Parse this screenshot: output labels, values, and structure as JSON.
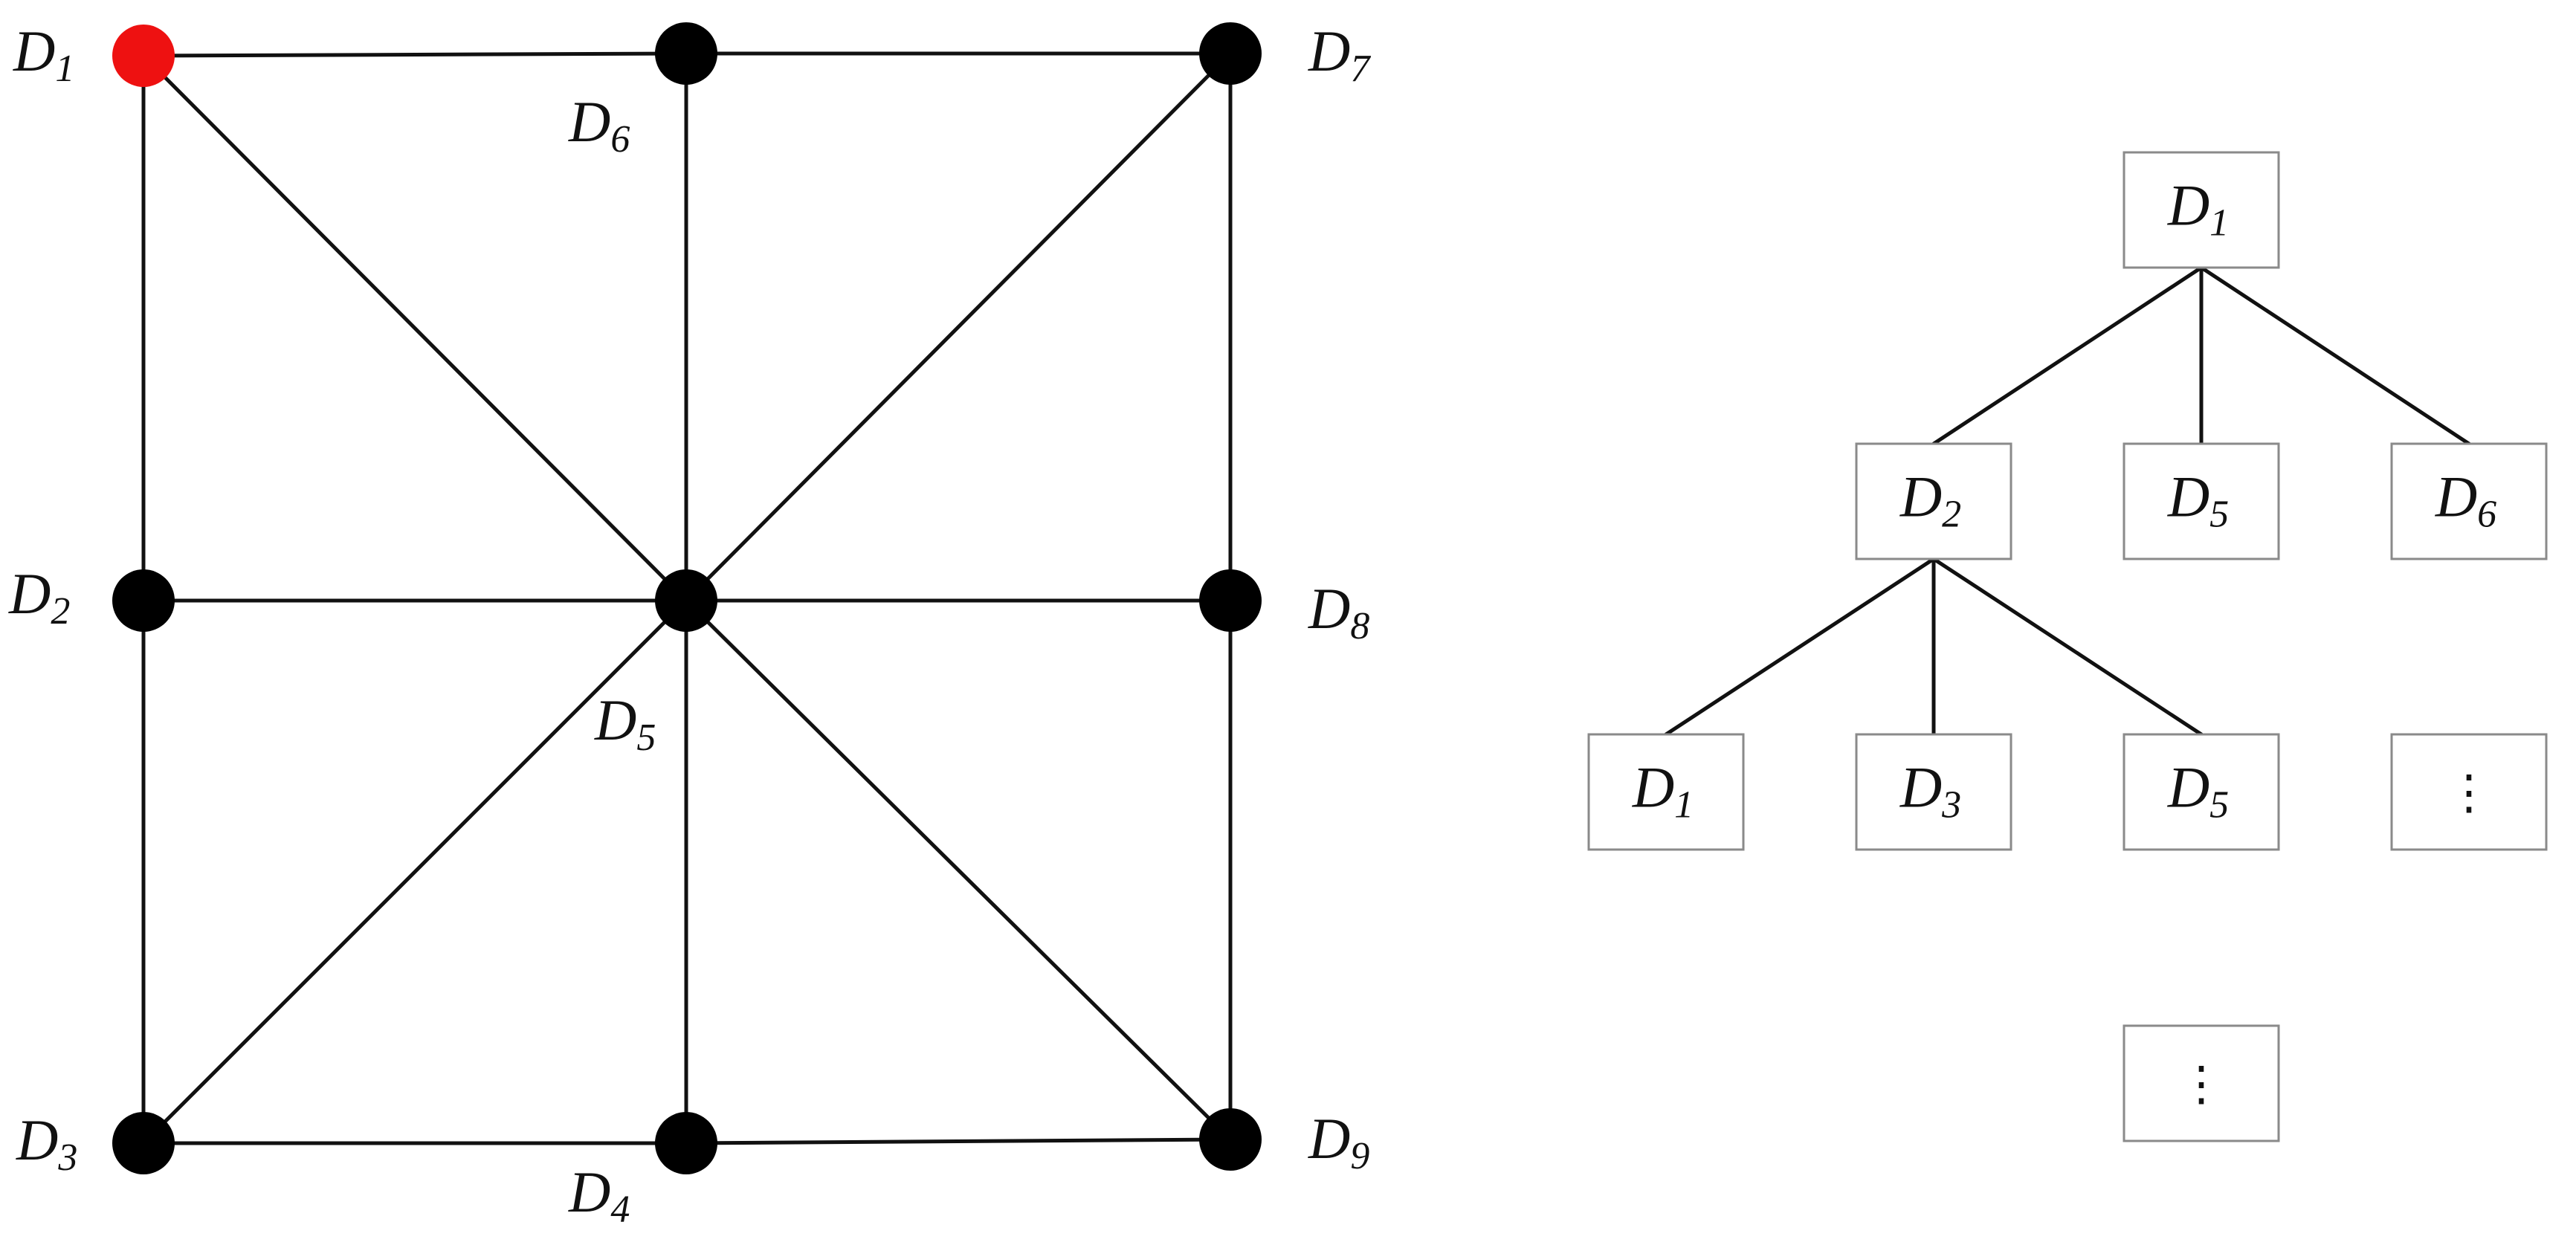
{
  "graph": {
    "nodes": [
      {
        "id": "D1",
        "base": "D",
        "sub": "1",
        "start": true
      },
      {
        "id": "D2",
        "base": "D",
        "sub": "2"
      },
      {
        "id": "D3",
        "base": "D",
        "sub": "3"
      },
      {
        "id": "D4",
        "base": "D",
        "sub": "4"
      },
      {
        "id": "D5",
        "base": "D",
        "sub": "5"
      },
      {
        "id": "D6",
        "base": "D",
        "sub": "6"
      },
      {
        "id": "D7",
        "base": "D",
        "sub": "7"
      },
      {
        "id": "D8",
        "base": "D",
        "sub": "8"
      },
      {
        "id": "D9",
        "base": "D",
        "sub": "9"
      }
    ],
    "edges": [
      [
        "D1",
        "D6"
      ],
      [
        "D6",
        "D7"
      ],
      [
        "D2",
        "D5"
      ],
      [
        "D5",
        "D8"
      ],
      [
        "D3",
        "D4"
      ],
      [
        "D4",
        "D9"
      ],
      [
        "D1",
        "D2"
      ],
      [
        "D2",
        "D3"
      ],
      [
        "D6",
        "D5"
      ],
      [
        "D5",
        "D4"
      ],
      [
        "D7",
        "D8"
      ],
      [
        "D8",
        "D9"
      ],
      [
        "D1",
        "D5"
      ],
      [
        "D5",
        "D9"
      ],
      [
        "D7",
        "D5"
      ],
      [
        "D5",
        "D3"
      ]
    ],
    "colors": {
      "start": "#ee1111",
      "node": "#000000"
    }
  },
  "tree": {
    "boxes": [
      {
        "id": "t1",
        "base": "D",
        "sub": "1",
        "parent": null
      },
      {
        "id": "t2",
        "base": "D",
        "sub": "2",
        "parent": "t1"
      },
      {
        "id": "t5a",
        "base": "D",
        "sub": "5",
        "parent": "t1"
      },
      {
        "id": "t6",
        "base": "D",
        "sub": "6",
        "parent": "t1"
      },
      {
        "id": "t1b",
        "base": "D",
        "sub": "1",
        "parent": "t2"
      },
      {
        "id": "t3",
        "base": "D",
        "sub": "3",
        "parent": "t2"
      },
      {
        "id": "t5b",
        "base": "D",
        "sub": "5",
        "parent": "t2"
      },
      {
        "id": "tdots1",
        "ellipsis": "⋮",
        "parent": null
      },
      {
        "id": "tdots2",
        "ellipsis": "⋮",
        "parent": null
      }
    ]
  }
}
